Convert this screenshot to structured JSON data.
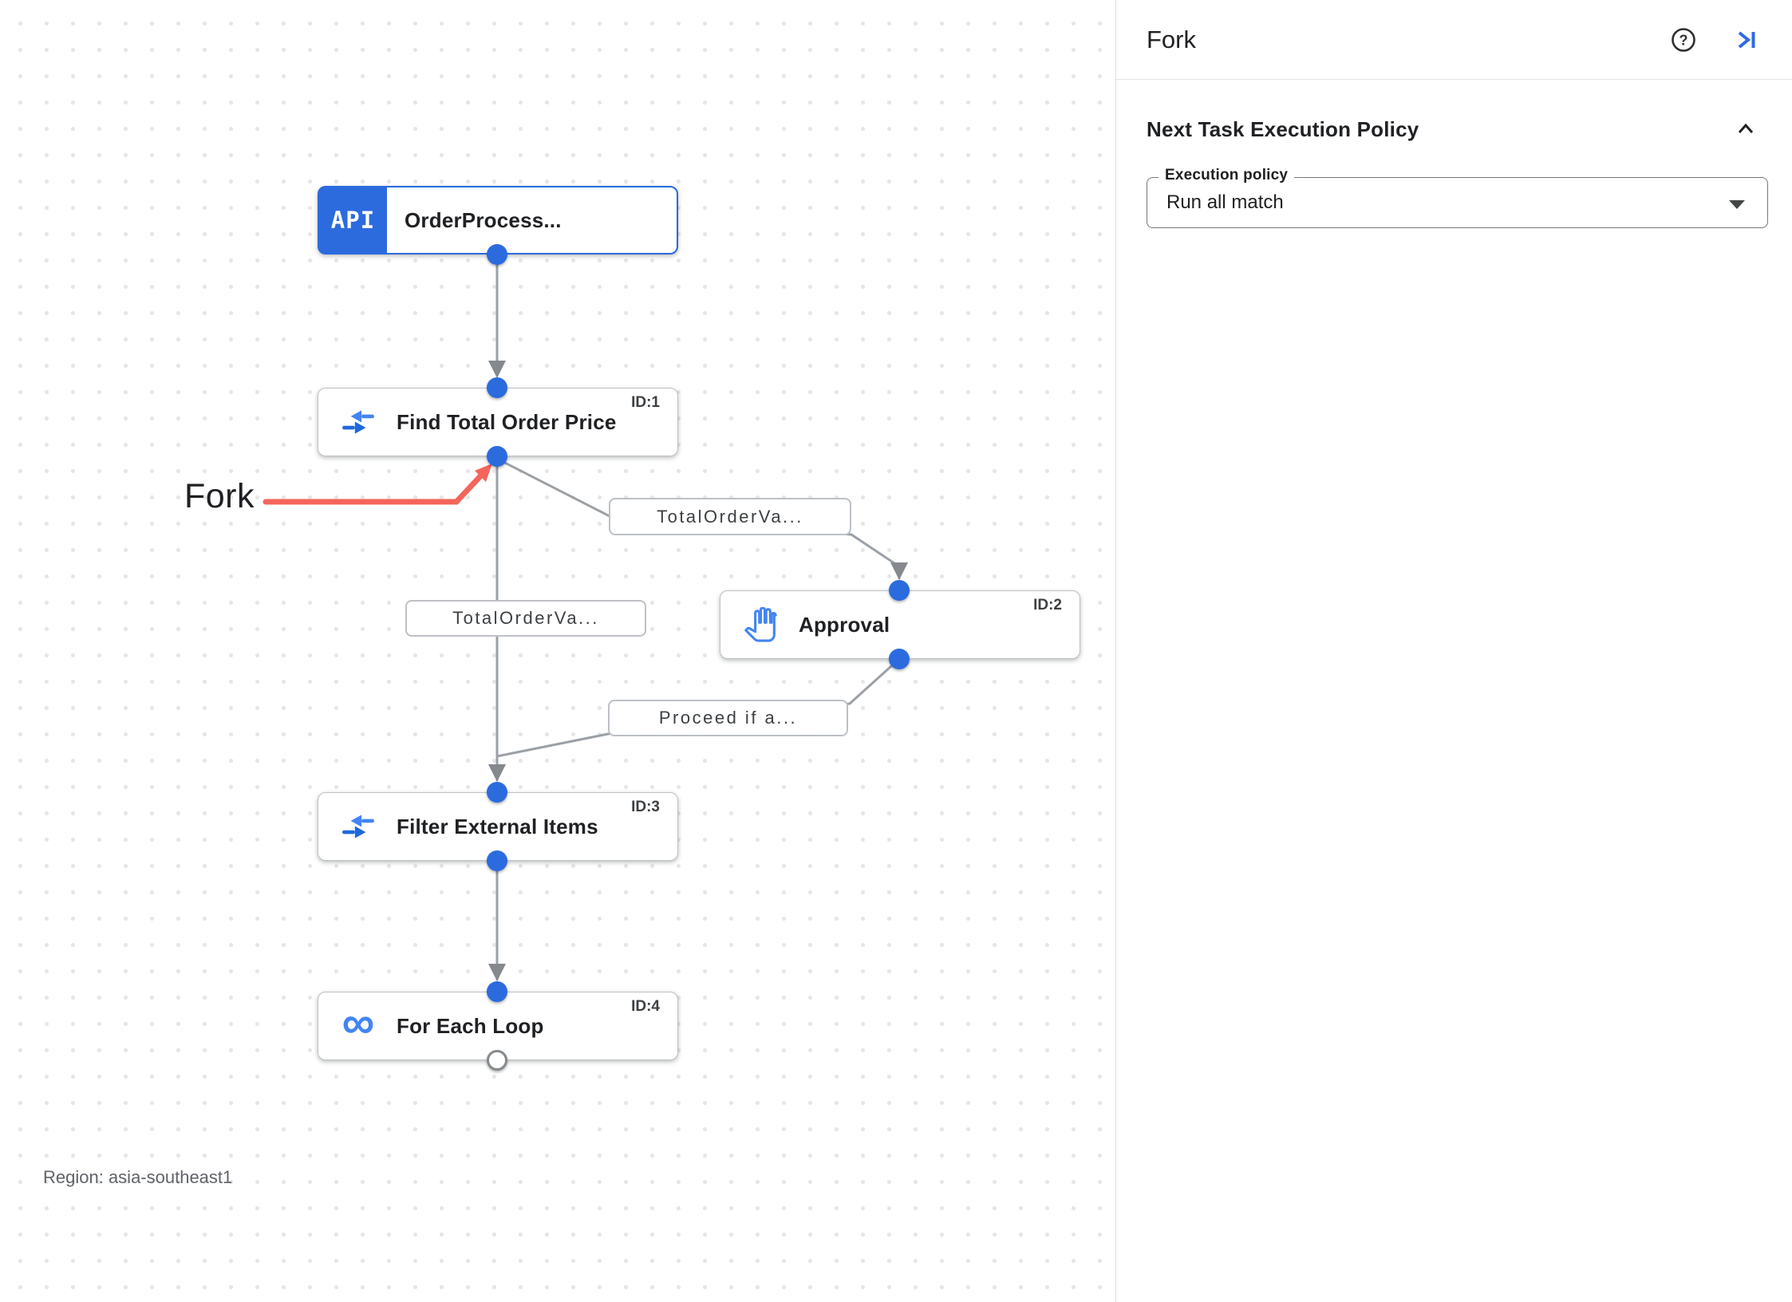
{
  "colors": {
    "primary_blue": "#2b6bde",
    "icon_blue": "#4285f4",
    "icon_blue_dark": "#1e68dc",
    "panel_blue": "#2e6be0",
    "edge_gray": "#9aa0a6",
    "arrow_gray": "#85898e",
    "annotation_red": "#f4655a",
    "text_dark": "#202124",
    "text_gray": "#5f6368",
    "border_gray": "#bdc1c6"
  },
  "canvas": {
    "region_label": "Region: asia-southeast1",
    "annotation_label": "Fork",
    "api_badge": "API",
    "nodes": {
      "trigger": {
        "title": "OrderProcess...",
        "icon": "api-trigger-badge"
      },
      "find": {
        "title": "Find Total Order Price",
        "id": "ID:1",
        "icon": "data-mapping-icon"
      },
      "approval": {
        "title": "Approval",
        "id": "ID:2",
        "icon": "hand-approval-icon"
      },
      "filter": {
        "title": "Filter External Items",
        "id": "ID:3",
        "icon": "data-mapping-icon"
      },
      "foreach": {
        "title": "For Each Loop",
        "id": "ID:4",
        "icon": "loop-infinity-icon"
      }
    },
    "edge_labels": {
      "fork_right": "TotalOrderVa...",
      "fork_down": "TotalOrderVa...",
      "approval_out": "Proceed if a..."
    }
  },
  "panel": {
    "title": "Fork",
    "icons": {
      "help": "help-icon",
      "collapse": "collapse-panel-icon"
    },
    "section_title": "Next Task Execution Policy",
    "execution_policy": {
      "label": "Execution policy",
      "value": "Run all match"
    }
  }
}
